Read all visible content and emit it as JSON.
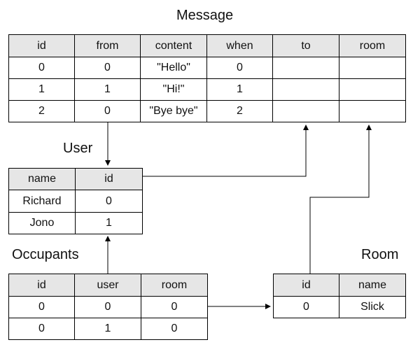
{
  "tables": {
    "message": {
      "title": "Message",
      "columns": [
        "id",
        "from",
        "content",
        "when",
        "to",
        "room"
      ],
      "rows": [
        [
          "0",
          "0",
          "\"Hello\"",
          "0",
          "",
          ""
        ],
        [
          "1",
          "1",
          "\"Hi!\"",
          "1",
          "",
          ""
        ],
        [
          "2",
          "0",
          "\"Bye bye\"",
          "2",
          "",
          ""
        ]
      ]
    },
    "user": {
      "title": "User",
      "columns": [
        "name",
        "id"
      ],
      "rows": [
        [
          "Richard",
          "0"
        ],
        [
          "Jono",
          "1"
        ]
      ]
    },
    "occupants": {
      "title": "Occupants",
      "columns": [
        "id",
        "user",
        "room"
      ],
      "rows": [
        [
          "0",
          "0",
          "0"
        ],
        [
          "0",
          "1",
          "0"
        ]
      ]
    },
    "room": {
      "title": "Room",
      "columns": [
        "id",
        "name"
      ],
      "rows": [
        [
          "0",
          "Slick"
        ]
      ]
    }
  }
}
